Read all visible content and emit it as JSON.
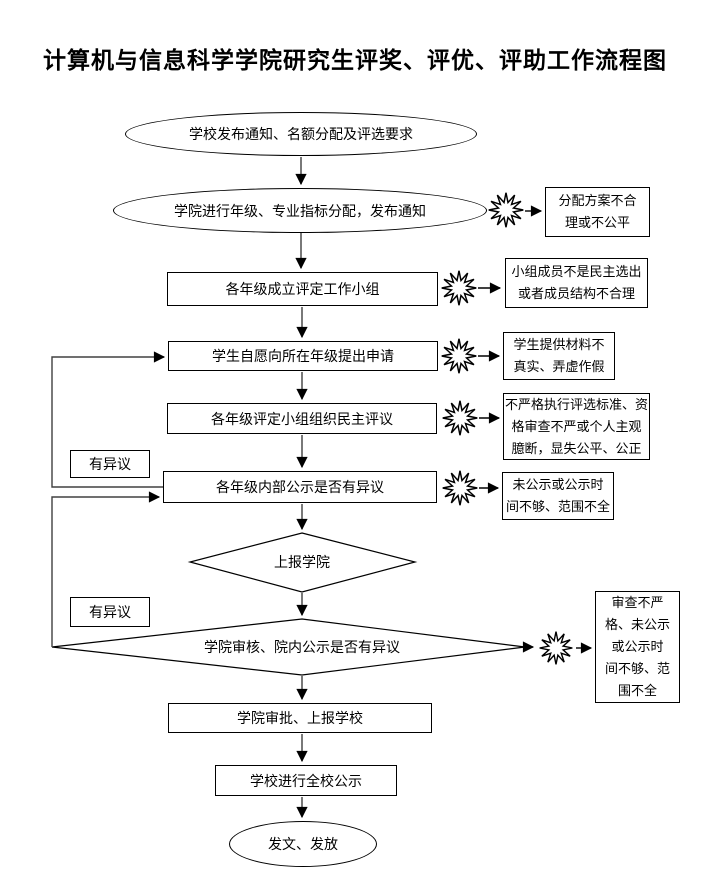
{
  "title": "计算机与信息科学学院研究生评奖、评优、评助工作流程图",
  "nodes": {
    "start": "学校发布通知、名额分配及评选要求",
    "college_allocate": "学院进行年级、专业指标分配，发布通知",
    "form_group": "各年级成立评定工作小组",
    "student_apply": "学生自愿向所在年级提出申请",
    "group_review": "各年级评定小组组织民主评议",
    "grade_publicity": "各年级内部公示是否有异议",
    "report_college": "上报学院",
    "college_review": "学院审核、院内公示是否有异议",
    "college_approve": "学院审批、上报学校",
    "school_publicity": "学校进行全校公示",
    "end": "发文、发放"
  },
  "labels": {
    "objection1": "有异议",
    "objection2": "有异议"
  },
  "side_notes": [
    {
      "lines": [
        "分配方案不合",
        "理或不公平"
      ]
    },
    {
      "lines": [
        "小组成员不是民主选出",
        "或者成员结构不合理"
      ]
    },
    {
      "lines": [
        "学生提供材料不",
        "真实、弄虚作假"
      ]
    },
    {
      "lines": [
        "不严格执行评选标准、资",
        "格审查不严或个人主观",
        "臆断，显失公平、公正"
      ]
    },
    {
      "lines": [
        "未公示或公示时",
        "间不够、范围不全"
      ]
    },
    {
      "lines": [
        "审查不严",
        "格、未公示",
        "或公示时",
        "间不够、范",
        "围不全"
      ]
    }
  ],
  "colors": {
    "shape_stroke": "#000000",
    "line_stroke": "#404040",
    "background": "#ffffff"
  }
}
